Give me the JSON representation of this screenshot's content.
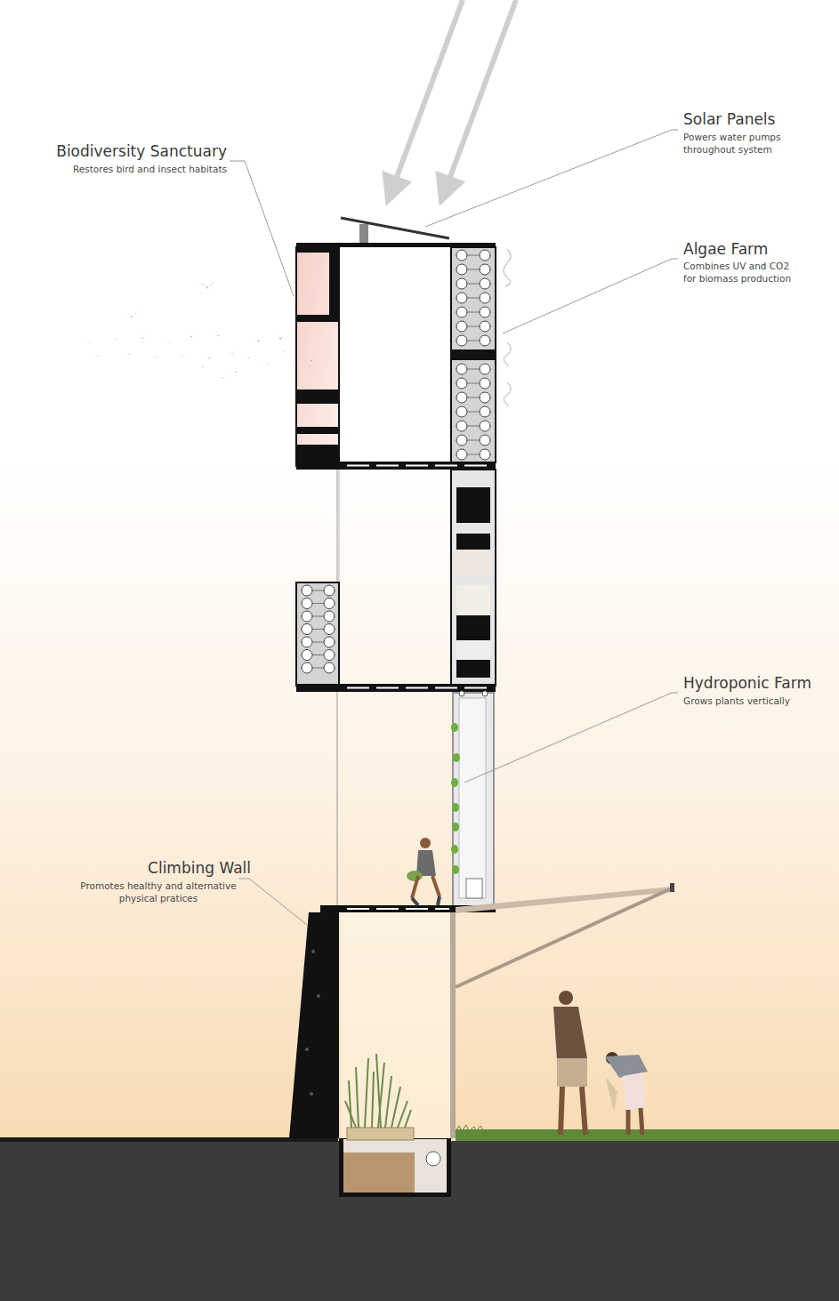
{
  "diagram": {
    "labels": [
      "Biodiversity Sanctuary",
      "Restores bird and insect habitats",
      "Solar Panels",
      "Powers water pumps throughout system",
      "Algae Farm",
      "Combines UV and CO2 for biomass production",
      "Hydroponic Farm",
      "Grows plants vertically",
      "Climbing Wall",
      "Promotes healthy and alternative physical pratices"
    ]
  }
}
